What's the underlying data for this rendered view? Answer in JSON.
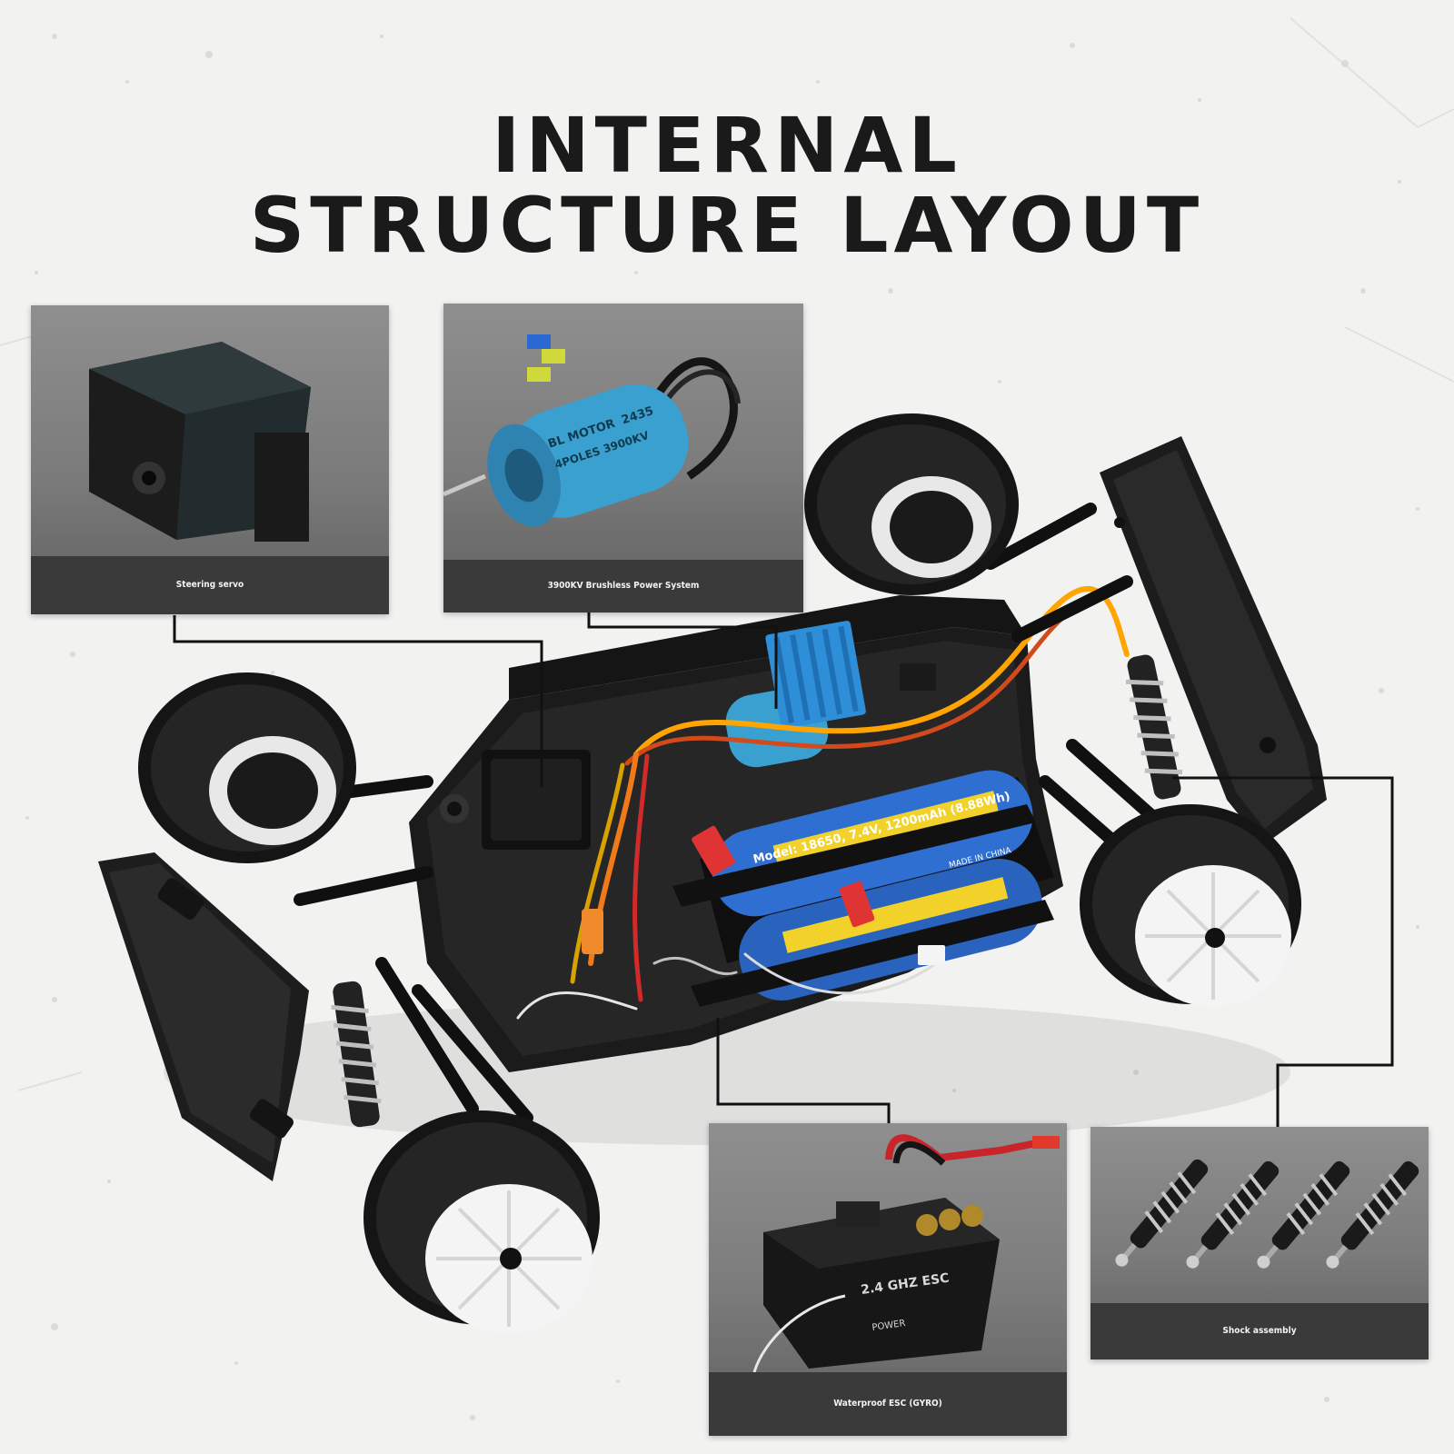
{
  "title": {
    "line1": "INTERNAL",
    "line2": "STRUCTURE LAYOUT"
  },
  "callouts": {
    "steering_servo": "Steering servo",
    "power_system": "3900KV Brushless Power System",
    "esc": "Waterproof ESC (GYRO)",
    "shock": "Shock assembly"
  },
  "product_markings": {
    "motor_text_1": "BL MOTOR",
    "motor_text_2": "2435",
    "motor_text_3": "4POLES 3900KV",
    "battery_text": "Model: 18650, 7.4V, 1200mAh (8.88Wh)",
    "battery_text_2": "MADE IN CHINA",
    "esc_text": "2.4 GHZ ESC",
    "esc_power": "POWER"
  },
  "colors": {
    "background": "#f2f2f1",
    "title": "#1a1a1a",
    "panel_label_bg": "#3a3a3a",
    "leader_line": "#111111",
    "motor_blue": "#3aa0d0",
    "battery_blue": "#2f6fd2",
    "battery_yellow": "#f2d22a",
    "connector_red": "#e03434"
  }
}
